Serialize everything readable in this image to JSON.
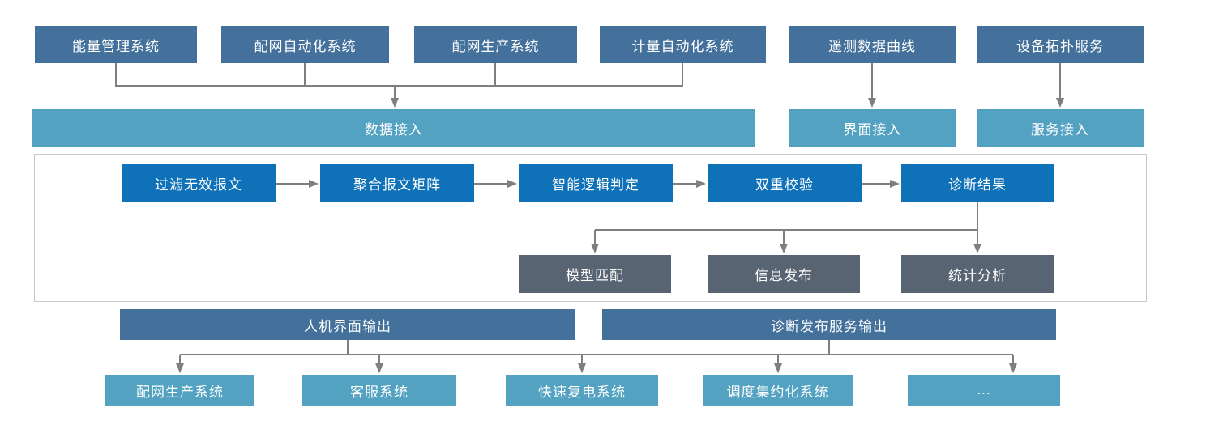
{
  "diagram": {
    "source_systems": [
      {
        "label": "能量管理系统"
      },
      {
        "label": "配网自动化系统"
      },
      {
        "label": "配网生产系统"
      },
      {
        "label": "计量自动化系统"
      },
      {
        "label": "遥测数据曲线"
      },
      {
        "label": "设备拓扑服务"
      }
    ],
    "access_layers": [
      {
        "label": "数据接入"
      },
      {
        "label": "界面接入"
      },
      {
        "label": "服务接入"
      }
    ],
    "process_flow": [
      {
        "label": "过滤无效报文"
      },
      {
        "label": "聚合报文矩阵"
      },
      {
        "label": "智能逻辑判定"
      },
      {
        "label": "双重校验"
      },
      {
        "label": "诊断结果"
      }
    ],
    "result_modules": [
      {
        "label": "模型匹配"
      },
      {
        "label": "信息发布"
      },
      {
        "label": "统计分析"
      }
    ],
    "output_channels": [
      {
        "label": "人机界面输出"
      },
      {
        "label": "诊断发布服务输出"
      }
    ],
    "target_systems": [
      {
        "label": "配网生产系统"
      },
      {
        "label": "客服系统"
      },
      {
        "label": "快速复电系统"
      },
      {
        "label": "调度集约化系统"
      },
      {
        "label": "..."
      }
    ],
    "colors": {
      "steel_blue": "#44719B",
      "teal": "#53A2C1",
      "bright_blue": "#0F72B9",
      "slate_gray": "#596473",
      "connector_gray": "#7F7F7F",
      "section_border": "#C9C9C9",
      "text": "#FFFFFF"
    }
  }
}
